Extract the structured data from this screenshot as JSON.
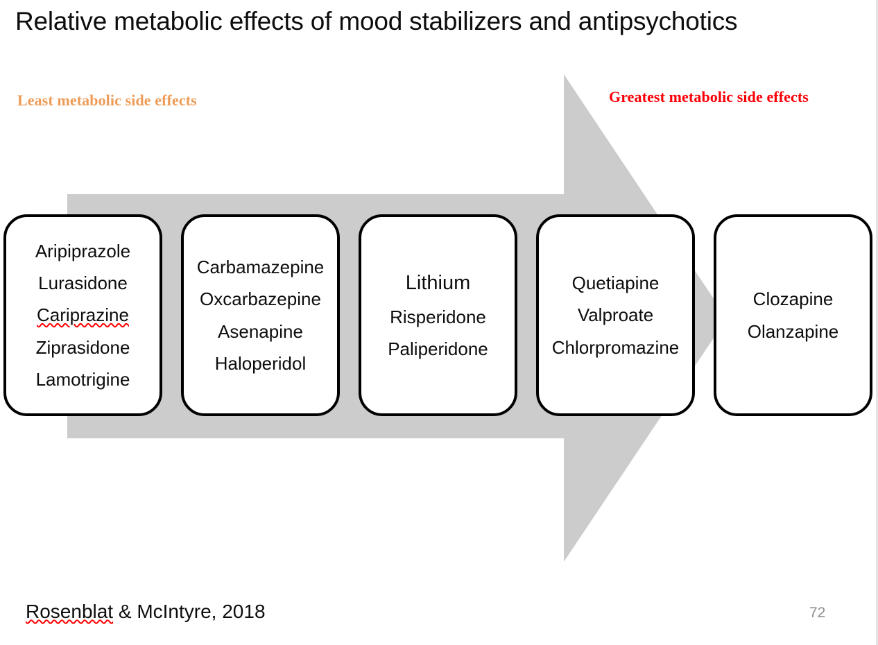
{
  "slide": {
    "title": "Relative metabolic effects of mood stabilizers and antipsychotics",
    "page_number": "72",
    "citation_misspelled": "Rosenblat",
    "citation_rest": " & McIntyre, 2018",
    "background_color": "#FFFFFF"
  },
  "gradient_labels": {
    "left": {
      "text": "Least metabolic side effects",
      "color": "#ED9B56"
    },
    "right": {
      "text": "Greatest metabolic side effects",
      "color": "#FB0007"
    }
  },
  "arrow": {
    "name": "right-pointing-block-arrow",
    "fill_color": "#CCCCCC",
    "direction": "left-to-right"
  },
  "boxes": [
    {
      "id": "box-least",
      "drugs": [
        "Aripiprazole",
        "Lurasidone",
        "Cariprazine",
        "Ziprasidone",
        "Lamotrigine"
      ],
      "misspelled": [
        "Cariprazine"
      ]
    },
    {
      "id": "box-low",
      "drugs": [
        "Carbamazepine",
        "Oxcarbazepine",
        "Asenapine",
        "Haloperidol"
      ],
      "misspelled": []
    },
    {
      "id": "box-moderate",
      "drugs": [
        "Lithium",
        "Risperidone",
        "Paliperidone"
      ],
      "misspelled": []
    },
    {
      "id": "box-high",
      "drugs": [
        "Quetiapine",
        "Valproate",
        "Chlorpromazine"
      ],
      "misspelled": []
    },
    {
      "id": "box-greatest",
      "drugs": [
        "Clozapine",
        "Olanzapine"
      ],
      "misspelled": []
    }
  ]
}
